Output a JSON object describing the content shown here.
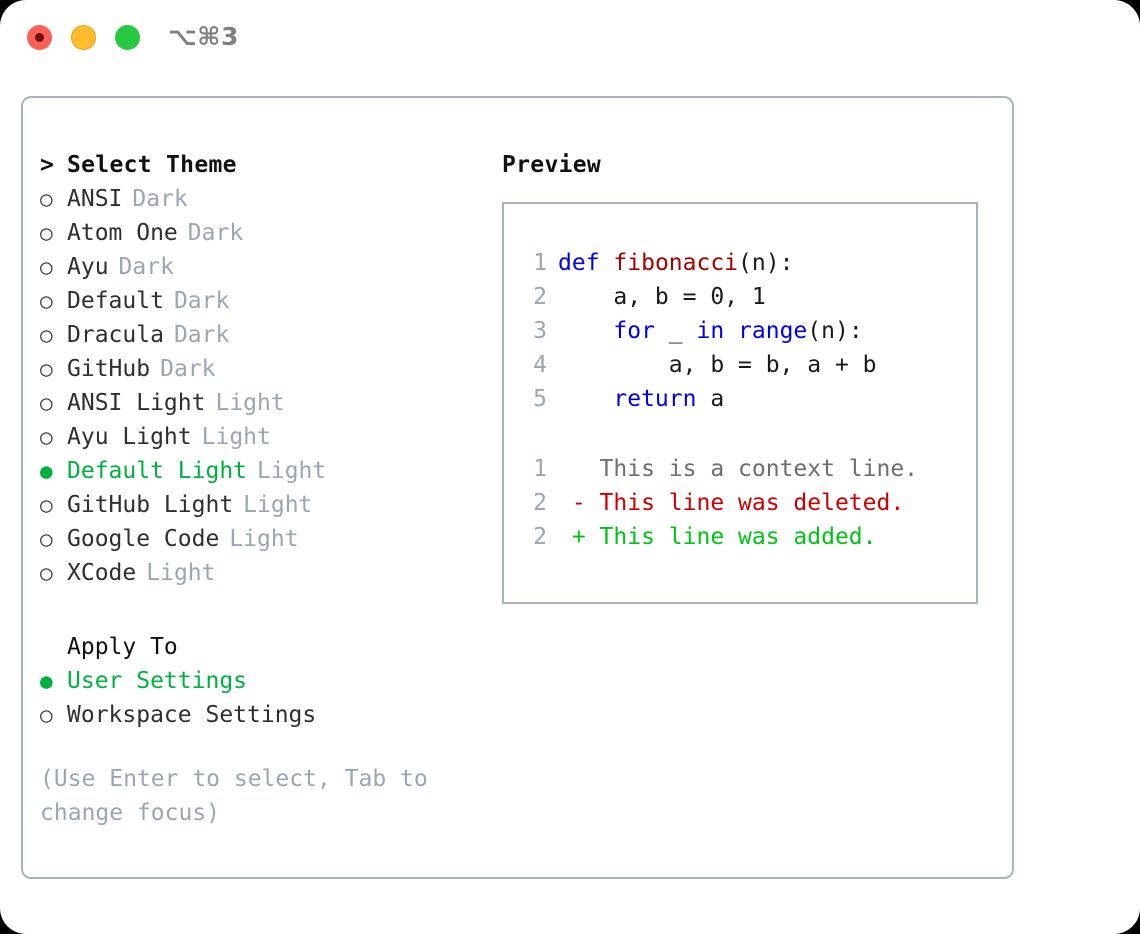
{
  "titlebar": {
    "shortcut": "⌥⌘3",
    "controls": [
      {
        "name": "close",
        "color": "#ff5f57"
      },
      {
        "name": "minimize",
        "color": "#ffbd2e"
      },
      {
        "name": "maximize",
        "color": "#28c840"
      }
    ]
  },
  "theme_picker": {
    "header_marker": ">",
    "header": "Select Theme",
    "marker_unselected": "○",
    "marker_selected": "●",
    "accent_color": "#00b140",
    "tag_color": "#9aa5b5",
    "items": [
      {
        "label": "ANSI",
        "tag": "Dark",
        "selected": false
      },
      {
        "label": "Atom One",
        "tag": "Dark",
        "selected": false
      },
      {
        "label": "Ayu",
        "tag": "Dark",
        "selected": false
      },
      {
        "label": "Default",
        "tag": "Dark",
        "selected": false
      },
      {
        "label": "Dracula",
        "tag": "Dark",
        "selected": false
      },
      {
        "label": "GitHub",
        "tag": "Dark",
        "selected": false
      },
      {
        "label": "ANSI Light",
        "tag": "Light",
        "selected": false
      },
      {
        "label": "Ayu Light",
        "tag": "Light",
        "selected": false
      },
      {
        "label": "Default Light",
        "tag": "Light",
        "selected": true
      },
      {
        "label": "GitHub Light",
        "tag": "Light",
        "selected": false
      },
      {
        "label": "Google Code",
        "tag": "Light",
        "selected": false
      },
      {
        "label": "XCode",
        "tag": "Light",
        "selected": false
      }
    ]
  },
  "apply_to": {
    "header": "Apply To",
    "items": [
      {
        "label": "User Settings",
        "selected": true
      },
      {
        "label": "Workspace Settings",
        "selected": false
      }
    ]
  },
  "hint": "(Use Enter to select, Tab to change focus)",
  "preview": {
    "title": "Preview",
    "code": [
      {
        "num": "1",
        "tokens": [
          {
            "t": "def",
            "c": "kw"
          },
          {
            "t": " ",
            "c": "plain"
          },
          {
            "t": "fibonacci",
            "c": "fn"
          },
          {
            "t": "(n):",
            "c": "plain"
          }
        ]
      },
      {
        "num": "2",
        "tokens": [
          {
            "t": "    a, b = 0, 1",
            "c": "plain"
          }
        ]
      },
      {
        "num": "3",
        "tokens": [
          {
            "t": "    ",
            "c": "plain"
          },
          {
            "t": "for",
            "c": "kw"
          },
          {
            "t": " _ ",
            "c": "plain"
          },
          {
            "t": "in",
            "c": "kw"
          },
          {
            "t": " ",
            "c": "plain"
          },
          {
            "t": "range",
            "c": "kw"
          },
          {
            "t": "(n):",
            "c": "plain"
          }
        ]
      },
      {
        "num": "4",
        "tokens": [
          {
            "t": "        a, b = b, a + b",
            "c": "plain"
          }
        ]
      },
      {
        "num": "5",
        "tokens": [
          {
            "t": "    ",
            "c": "plain"
          },
          {
            "t": "return",
            "c": "kw"
          },
          {
            "t": " a",
            "c": "plain"
          }
        ]
      }
    ],
    "diff": [
      {
        "num": "1",
        "sign": " ",
        "text": "This is a context line.",
        "kind": "d-ctx"
      },
      {
        "num": "2",
        "sign": "-",
        "text": "This line was deleted.",
        "kind": "d-del"
      },
      {
        "num": "2",
        "sign": "+",
        "text": "This line was added.",
        "kind": "d-add"
      }
    ],
    "colors": {
      "keyword": "#0000e6",
      "function": "#a30000",
      "plain": "#1a1a1a",
      "line_number": "#9aa5b5",
      "diff_context": "#6e6e6e",
      "diff_deleted": "#cc0000",
      "diff_added": "#00c316",
      "border": "#a9b4c2"
    }
  }
}
